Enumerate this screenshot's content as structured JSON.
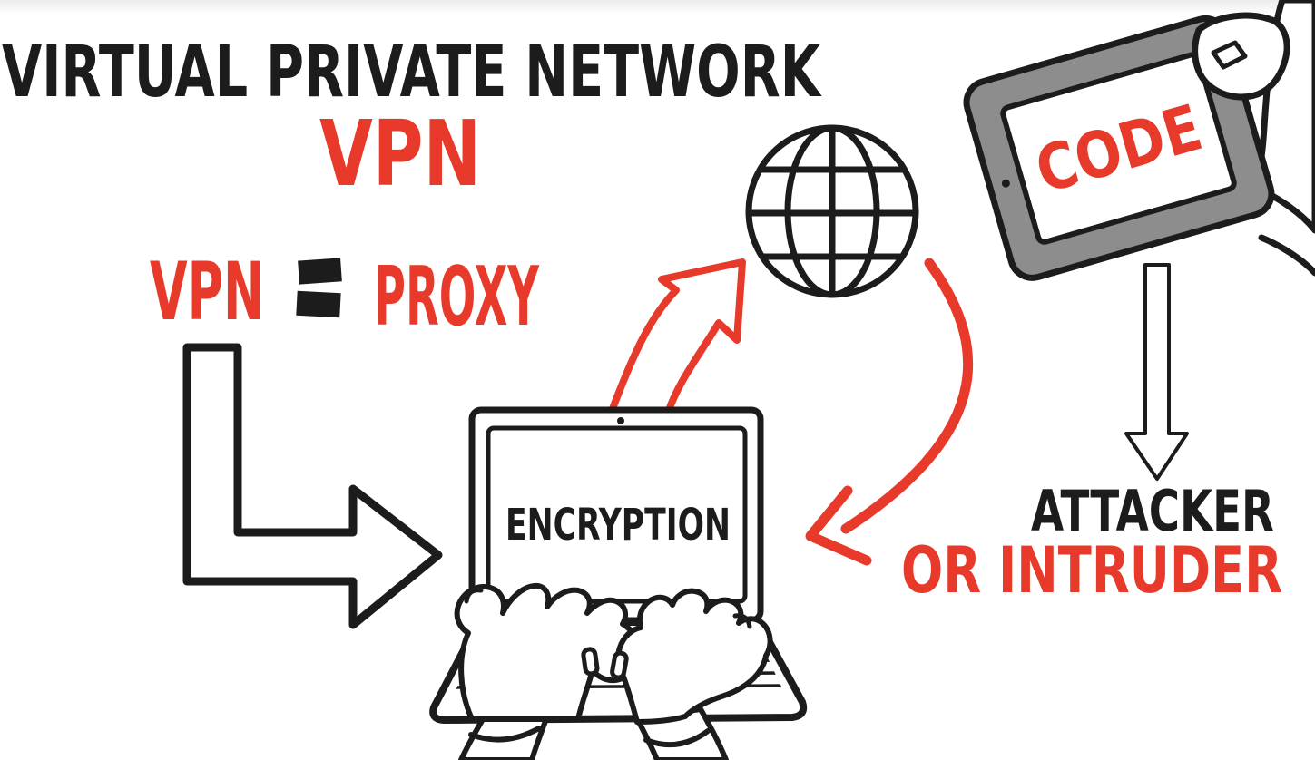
{
  "illustration": {
    "header": {
      "title": "VIRTUAL PRIVATE NETWORK",
      "abbreviation": "VPN"
    },
    "equation": {
      "left": "VPN",
      "operator_symbol": "=",
      "operator_icon": "hand-drawn-equals-icon",
      "right": "PROXY"
    },
    "laptop": {
      "icon": "laptop-icon",
      "screen_label": "ENCRYPTION",
      "detail_icons": [
        "webcam-dot-icon",
        "typing-hands-icon",
        "keyboard-icon"
      ]
    },
    "globe": {
      "icon": "globe-grid-icon"
    },
    "tablet": {
      "icon": "tablet-icon",
      "screen_label": "CODE",
      "detail_icons": [
        "camera-dot-icon",
        "holding-hand-icon",
        "thumbnail-icon"
      ]
    },
    "attacker": {
      "line1": "ATTACKER",
      "line2": "OR INTRUDER"
    },
    "arrows": {
      "l_shaped_arrow": "black outline arrow from equation down-right to laptop",
      "up_arrow": "red outline curved arrow from laptop to globe",
      "return_curve": "red curved arrow from globe back toward laptop",
      "white_down_arrow": "white outline arrow from tablet down to attacker label"
    },
    "colors": {
      "red": "#e73a2a",
      "ink": "#1c1c1c",
      "tablet_gray": "#8d8d8d",
      "background": "#ffffff",
      "top_fade": "#ececec"
    }
  }
}
